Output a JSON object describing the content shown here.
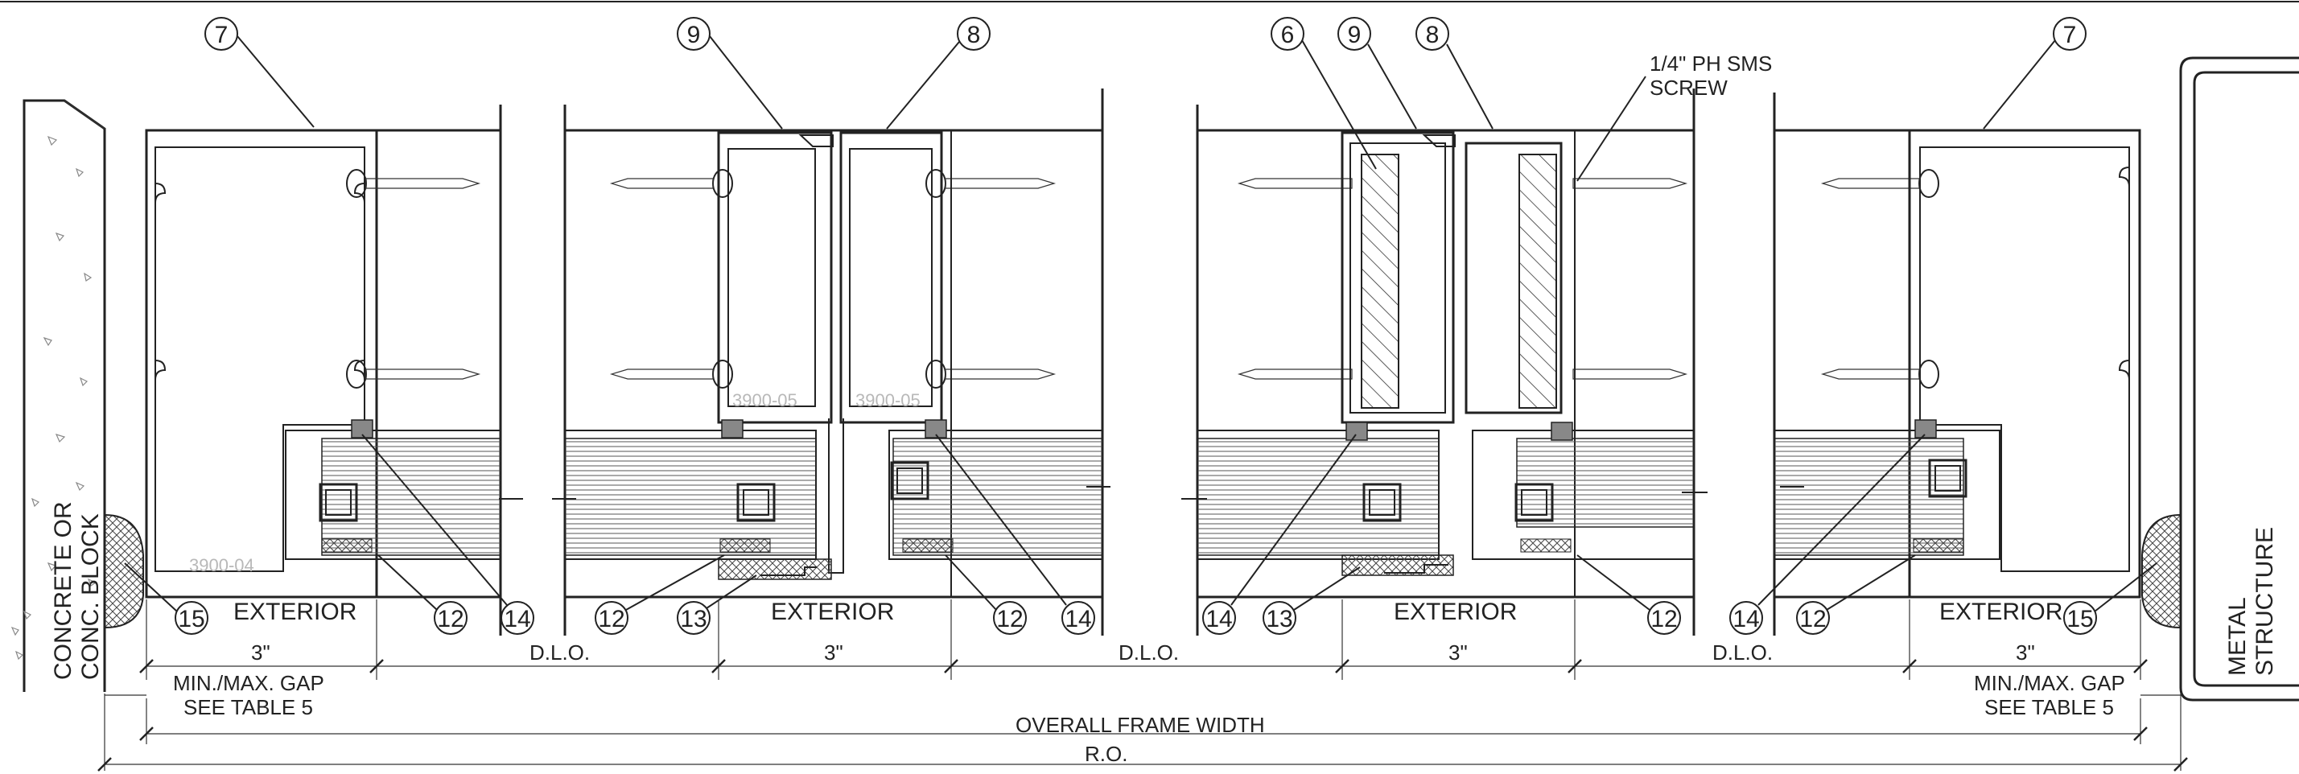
{
  "callouts": [
    "7",
    "9",
    "8",
    "6",
    "9",
    "8",
    "7",
    "15",
    "14",
    "12",
    "12",
    "13",
    "12",
    "14",
    "14",
    "13",
    "12",
    "14",
    "12",
    "15"
  ],
  "notes": {
    "screw": [
      "1/4\" PH SMS",
      "SCREW"
    ],
    "concrete": [
      "CONCRETE OR",
      "CONC. BLOCK"
    ],
    "metal": [
      "METAL",
      "STRUCTURE"
    ]
  },
  "exterior_label": "EXTERIOR",
  "watermarks": [
    "3900-04",
    "3900-05",
    "3900-05"
  ],
  "dims": {
    "three_inch": "3\"",
    "dlo": "D.L.O.",
    "gap": [
      "MIN./MAX. GAP",
      "SEE TABLE 5"
    ],
    "overall": "OVERALL FRAME WIDTH",
    "ro": "R.O."
  }
}
